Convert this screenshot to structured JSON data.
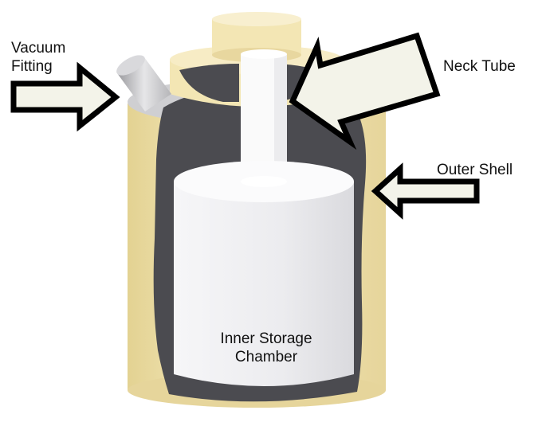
{
  "labels": {
    "vacuum_fitting": [
      "Vacuum",
      "Fitting"
    ],
    "neck_tube": "Neck Tube",
    "outer_shell": "Outer Shell",
    "inner_storage_chamber": [
      "Inner Storage",
      "Chamber"
    ]
  },
  "colors": {
    "outer_shell": "#efe0ae",
    "outer_shell_shade": "#d9c88a",
    "vacuum_space": "#4b4b50",
    "inner_chamber": "#efeff1",
    "neck_tube": "#fafafa",
    "cap": "#f3e6b4",
    "arrow_fill": "#f3f3e9",
    "arrow_stroke": "#000000"
  }
}
